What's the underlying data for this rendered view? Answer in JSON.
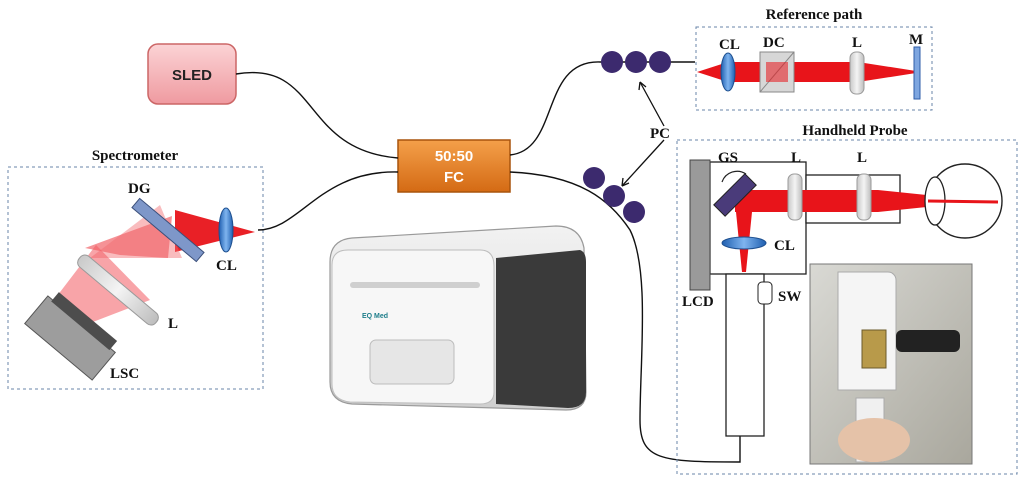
{
  "components": {
    "sled": "SLED",
    "coupler": [
      "50:50",
      "FC"
    ],
    "polarization_controller": "PC",
    "device_brand": "EQ Med"
  },
  "groups": {
    "spectrometer": {
      "title": "Spectrometer",
      "labels": {
        "grating": "DG",
        "collimator": "CL",
        "lens": "L",
        "camera": "LSC"
      }
    },
    "reference": {
      "title": "Reference path",
      "labels": {
        "collimator": "CL",
        "dispersion": "DC",
        "lens": "L",
        "mirror": "M"
      }
    },
    "probe": {
      "title": "Handheld Probe",
      "labels": {
        "galvo": "GS",
        "lens1": "L",
        "lens2": "L",
        "collimator": "CL",
        "display": "LCD",
        "switch": "SW"
      }
    }
  },
  "colors": {
    "beam": "#e8141a",
    "fiber": "#111111",
    "coupler": "#e07a1e",
    "sled_fill": "#f6b5b8",
    "lens": "#3a7fd0",
    "pc_disc": "#3c2a6e"
  }
}
